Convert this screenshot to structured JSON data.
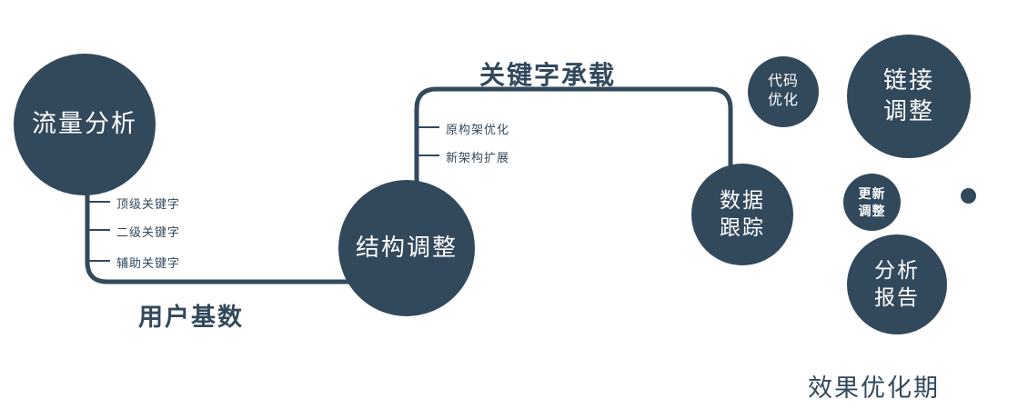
{
  "colors": {
    "ink": "#32495c",
    "background": "#ffffff",
    "node_text": "#ffffff"
  },
  "nodes": {
    "traffic_analysis": {
      "label": "流量分析"
    },
    "structure_adjustment": {
      "label": "结构调整"
    },
    "data_tracking": {
      "line1": "数据",
      "line2": "跟踪"
    },
    "code_optimization": {
      "line1": "代码",
      "line2": "优化"
    },
    "link_adjustment": {
      "line1": "链接",
      "line2": "调整"
    },
    "update_adjustment": {
      "line1": "更新",
      "line2": "调整"
    },
    "analysis_report": {
      "line1": "分析",
      "line2": "报告"
    }
  },
  "edge_labels": {
    "user_base": "用户基数",
    "keyword_carrying": "关键字承载"
  },
  "branch_labels": {
    "traffic": [
      "顶级关键字",
      "二级关键字",
      "辅助关键字"
    ],
    "structure": [
      "原构架优化",
      "新架构扩展"
    ]
  },
  "captions": {
    "phase": "效果优化期"
  }
}
